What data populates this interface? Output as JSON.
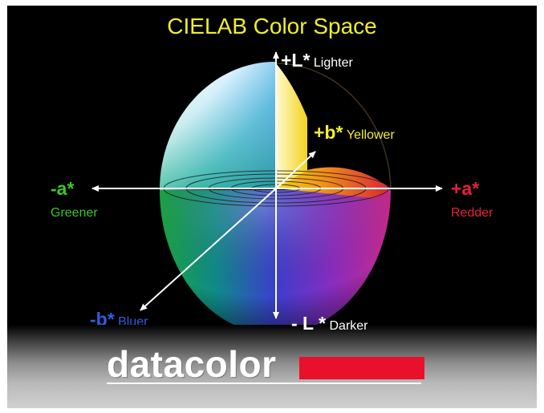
{
  "title": "CIELAB Color Space",
  "axes": {
    "plus_L": {
      "symbol": "+L*",
      "label": "Lighter"
    },
    "minus_L": {
      "symbol": "- L *",
      "label": "Darker"
    },
    "plus_a": {
      "symbol": "+a*",
      "label": "Redder"
    },
    "minus_a": {
      "symbol": "-a*",
      "label": "Greener"
    },
    "plus_b": {
      "symbol": "+b*",
      "label": "Yellower"
    },
    "minus_b": {
      "symbol": "-b*",
      "label": "Bluer"
    }
  },
  "brand": {
    "name": "datacolor"
  },
  "colors": {
    "title": "#f0ee2a",
    "lighter_darker": "#ffffff",
    "yellower": "#f3ef2c",
    "greener": "#3ec42a",
    "redder": "#e8203a",
    "bluer": "#2d5fe0",
    "brand_bar": "#e8102a"
  }
}
